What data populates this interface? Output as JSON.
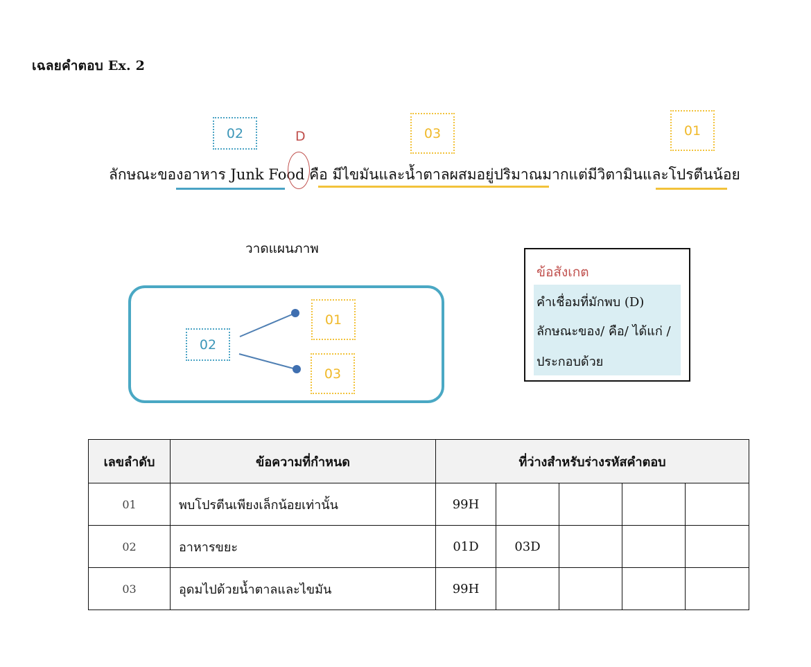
{
  "heading": "เฉลยคำตอบ Ex. 2",
  "sentence_labels": {
    "label_02": "02",
    "label_d": "D",
    "label_03": "03",
    "label_01": "01"
  },
  "sentence": {
    "part1": "ลักษณะของอาหาร Junk Food",
    "part2": "คือ",
    "part3": "มีไขมันและน้ำตาลผสมอยู่ปริมาณมากแต่มีวิตามินและ",
    "part4": "โปรตีนน้อย"
  },
  "diagram": {
    "title": "วาดแผนภาพ",
    "root": "02",
    "branch_top": "01",
    "branch_bottom": "03"
  },
  "note": {
    "title": "ข้อสังเกต",
    "line1": "คำเชื่อมที่มักพบ (D)",
    "line2": "ลักษณะของ/ คือ/ ได้แก่ /",
    "line3": "ประกอบด้วย"
  },
  "table": {
    "headers": {
      "number": "เลขลำดับ",
      "statement": "ข้อความที่กำหนด",
      "codes": "ที่ว่างสำหรับร่างรหัสคำตอบ"
    },
    "rows": [
      {
        "number": "01",
        "statement": "พบโปรตีนเพียงเล็กน้อยเท่านั้น",
        "codes": [
          "99H",
          "",
          "",
          "",
          ""
        ]
      },
      {
        "number": "02",
        "statement": "อาหารขยะ",
        "codes": [
          "01D",
          "03D",
          "",
          "",
          ""
        ]
      },
      {
        "number": "03",
        "statement": "อุดมไปด้วยน้ำตาลและไขมัน",
        "codes": [
          "99H",
          "",
          "",
          "",
          ""
        ]
      }
    ]
  },
  "colors": {
    "blue_accent": "#4aa3c4",
    "yellow_accent": "#f2c23a",
    "red_accent": "#c0504d",
    "note_shade": "#daeef3",
    "header_fill": "#f2f2f2"
  }
}
